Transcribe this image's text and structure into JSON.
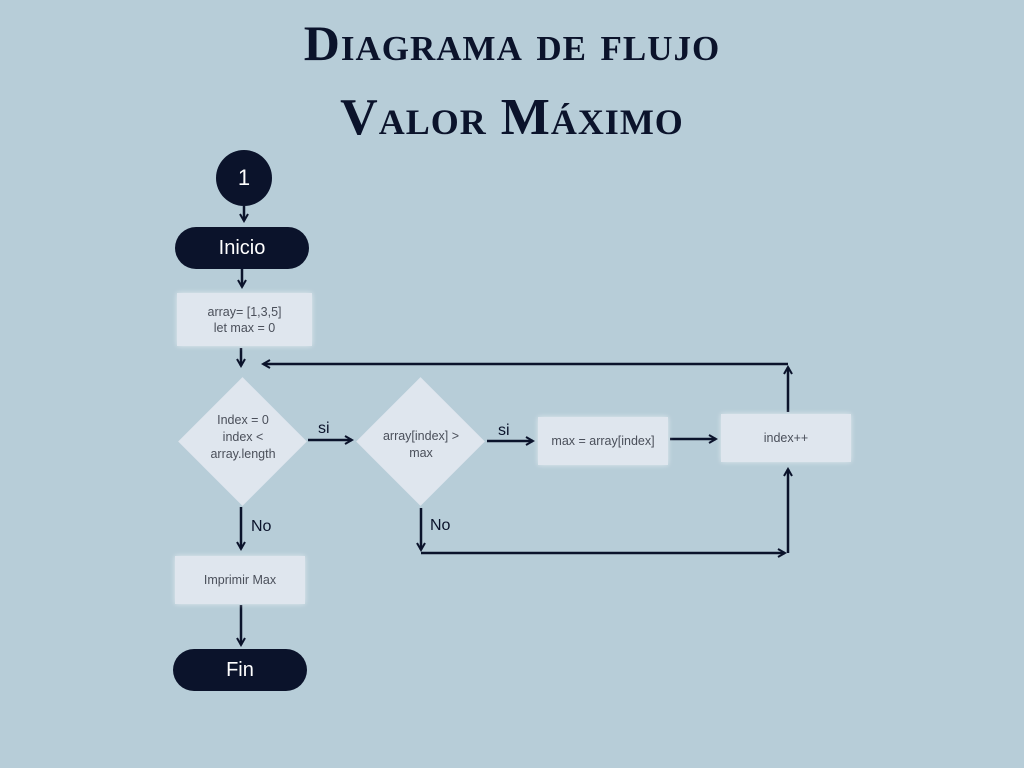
{
  "title": {
    "line1": "Diagrama de flujo",
    "line2": "Valor Máximo"
  },
  "nodes": {
    "start_marker": "1",
    "start": "Inicio",
    "init": "array= [1,3,5]\nlet max = 0",
    "loop_condition": "Index = 0\nindex <\narray.length",
    "compare": "array[index] >\nmax",
    "assign": "max = array[index]",
    "increment": "index++",
    "print": "Imprimir Max",
    "end": "Fin"
  },
  "edge_labels": {
    "loop_yes": "si",
    "compare_yes": "si",
    "loop_no": "No",
    "compare_no": "No"
  },
  "colors": {
    "background": "#b7cdd8",
    "dark": "#0b132b",
    "box": "#dfe6ee",
    "box_text": "#4a4f5a"
  }
}
